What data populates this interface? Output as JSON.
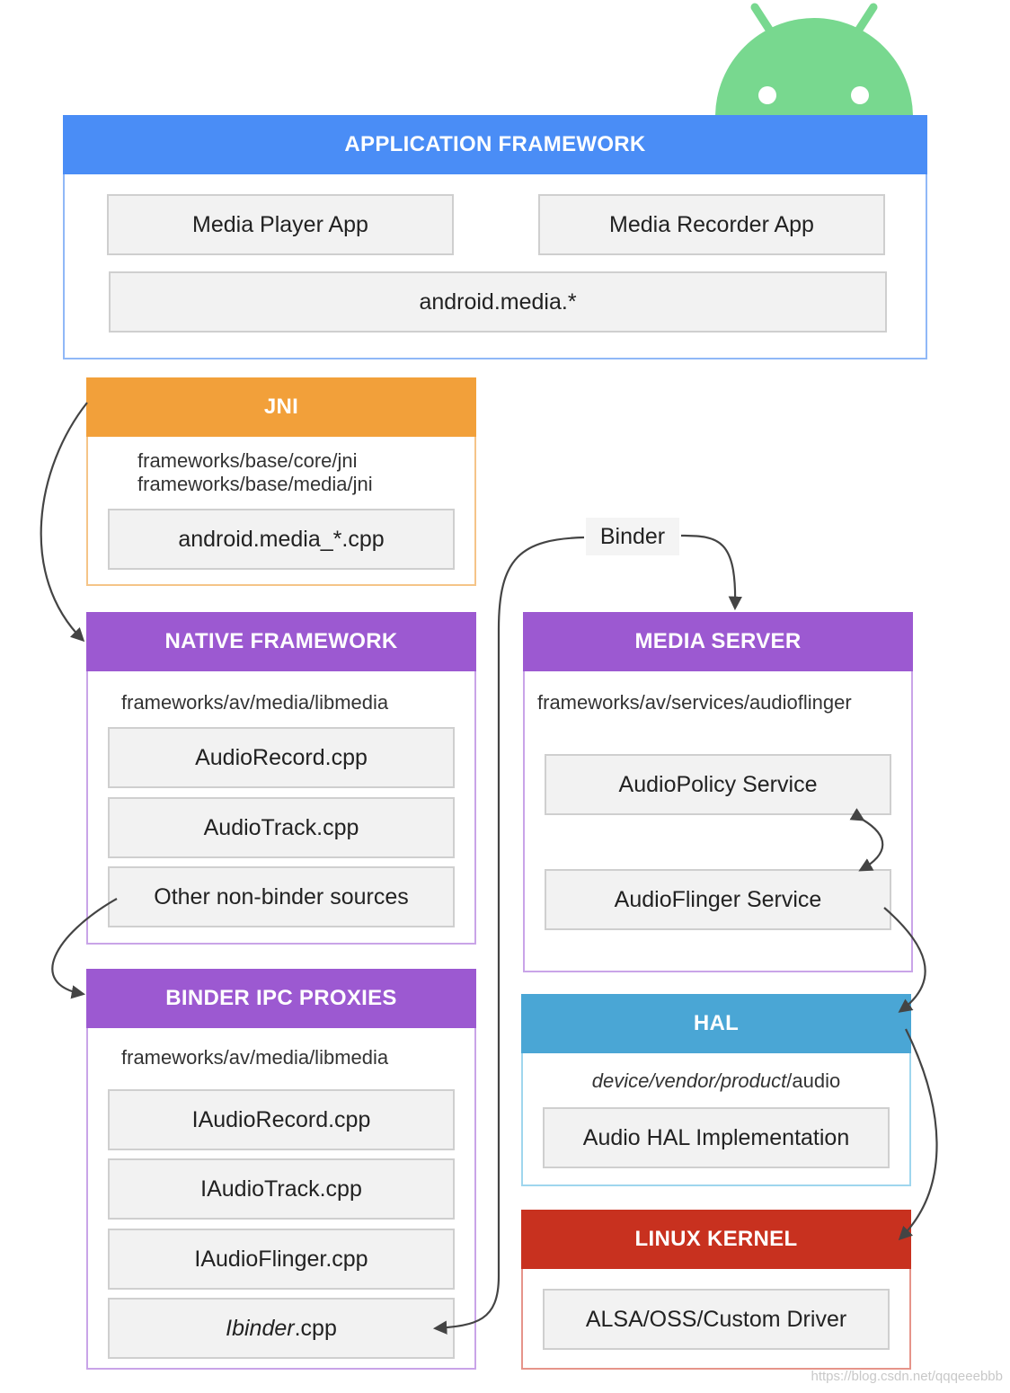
{
  "app_framework": {
    "title": "APPLICATION FRAMEWORK",
    "media_player": "Media Player App",
    "media_recorder": "Media Recorder App",
    "android_media": "android.media.*"
  },
  "jni": {
    "title": "JNI",
    "path1": "frameworks/base/core/jni",
    "path2": "frameworks/base/media/jni",
    "cpp": "android.media_*.cpp"
  },
  "native_framework": {
    "title": "NATIVE FRAMEWORK",
    "path": "frameworks/av/media/libmedia",
    "items": [
      "AudioRecord.cpp",
      "AudioTrack.cpp",
      "Other non-binder sources"
    ]
  },
  "binder_ipc": {
    "title": "BINDER IPC PROXIES",
    "path": "frameworks/av/media/libmedia",
    "items": [
      "IAudioRecord.cpp",
      "IAudioTrack.cpp",
      "IAudioFlinger.cpp"
    ],
    "ibinder_italic": "Ibinder",
    "ibinder_rest": ".cpp"
  },
  "binder_label": "Binder",
  "media_server": {
    "title": "MEDIA SERVER",
    "path": "frameworks/av/services/audioflinger",
    "audiopolicy": "AudioPolicy Service",
    "audioflinger": "AudioFlinger Service"
  },
  "hal": {
    "title": "HAL",
    "path_italic": "device/vendor/product",
    "path_rest": "/audio",
    "impl": "Audio HAL Implementation"
  },
  "linux_kernel": {
    "title": "LINUX KERNEL",
    "driver": "ALSA/OSS/Custom Driver"
  },
  "watermark": "https://blog.csdn.net/qqqeeebbb",
  "colors": {
    "app_framework": "#4a8df6",
    "jni": "#f2a03a",
    "native": "#9c59d1",
    "hal": "#4aa6d5",
    "kernel": "#c8311f",
    "android": "#78d88f"
  }
}
